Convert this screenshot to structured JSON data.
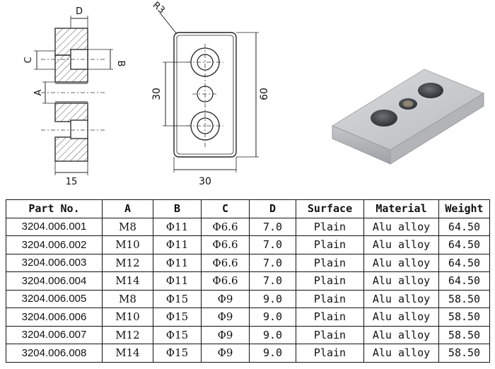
{
  "drawing": {
    "side_view_labels": {
      "d": "D",
      "c": "C",
      "b": "B",
      "a": "A",
      "thickness": "15"
    },
    "top_view_labels": {
      "radius": "R3",
      "spacing": "30",
      "height": "60",
      "width": "30"
    }
  },
  "table": {
    "headers": [
      "Part No.",
      "A",
      "B",
      "C",
      "D",
      "Surface",
      "Material",
      "Weight"
    ],
    "rows": [
      [
        "3204.006.001",
        "M8",
        "Φ11",
        "Φ6.6",
        "7.0",
        "Plain",
        "Alu alloy",
        "64.50"
      ],
      [
        "3204.006.002",
        "M10",
        "Φ11",
        "Φ6.6",
        "7.0",
        "Plain",
        "Alu alloy",
        "64.50"
      ],
      [
        "3204.006.003",
        "M12",
        "Φ11",
        "Φ6.6",
        "7.0",
        "Plain",
        "Alu alloy",
        "64.50"
      ],
      [
        "3204.006.004",
        "M14",
        "Φ11",
        "Φ6.6",
        "7.0",
        "Plain",
        "Alu alloy",
        "64.50"
      ],
      [
        "3204.006.005",
        "M8",
        "Φ15",
        "Φ9",
        "9.0",
        "Plain",
        "Alu alloy",
        "58.50"
      ],
      [
        "3204.006.006",
        "M10",
        "Φ15",
        "Φ9",
        "9.0",
        "Plain",
        "Alu alloy",
        "58.50"
      ],
      [
        "3204.006.007",
        "M12",
        "Φ15",
        "Φ9",
        "9.0",
        "Plain",
        "Alu alloy",
        "58.50"
      ],
      [
        "3204.006.008",
        "M14",
        "Φ15",
        "Φ9",
        "9.0",
        "Plain",
        "Alu alloy",
        "58.50"
      ]
    ]
  }
}
